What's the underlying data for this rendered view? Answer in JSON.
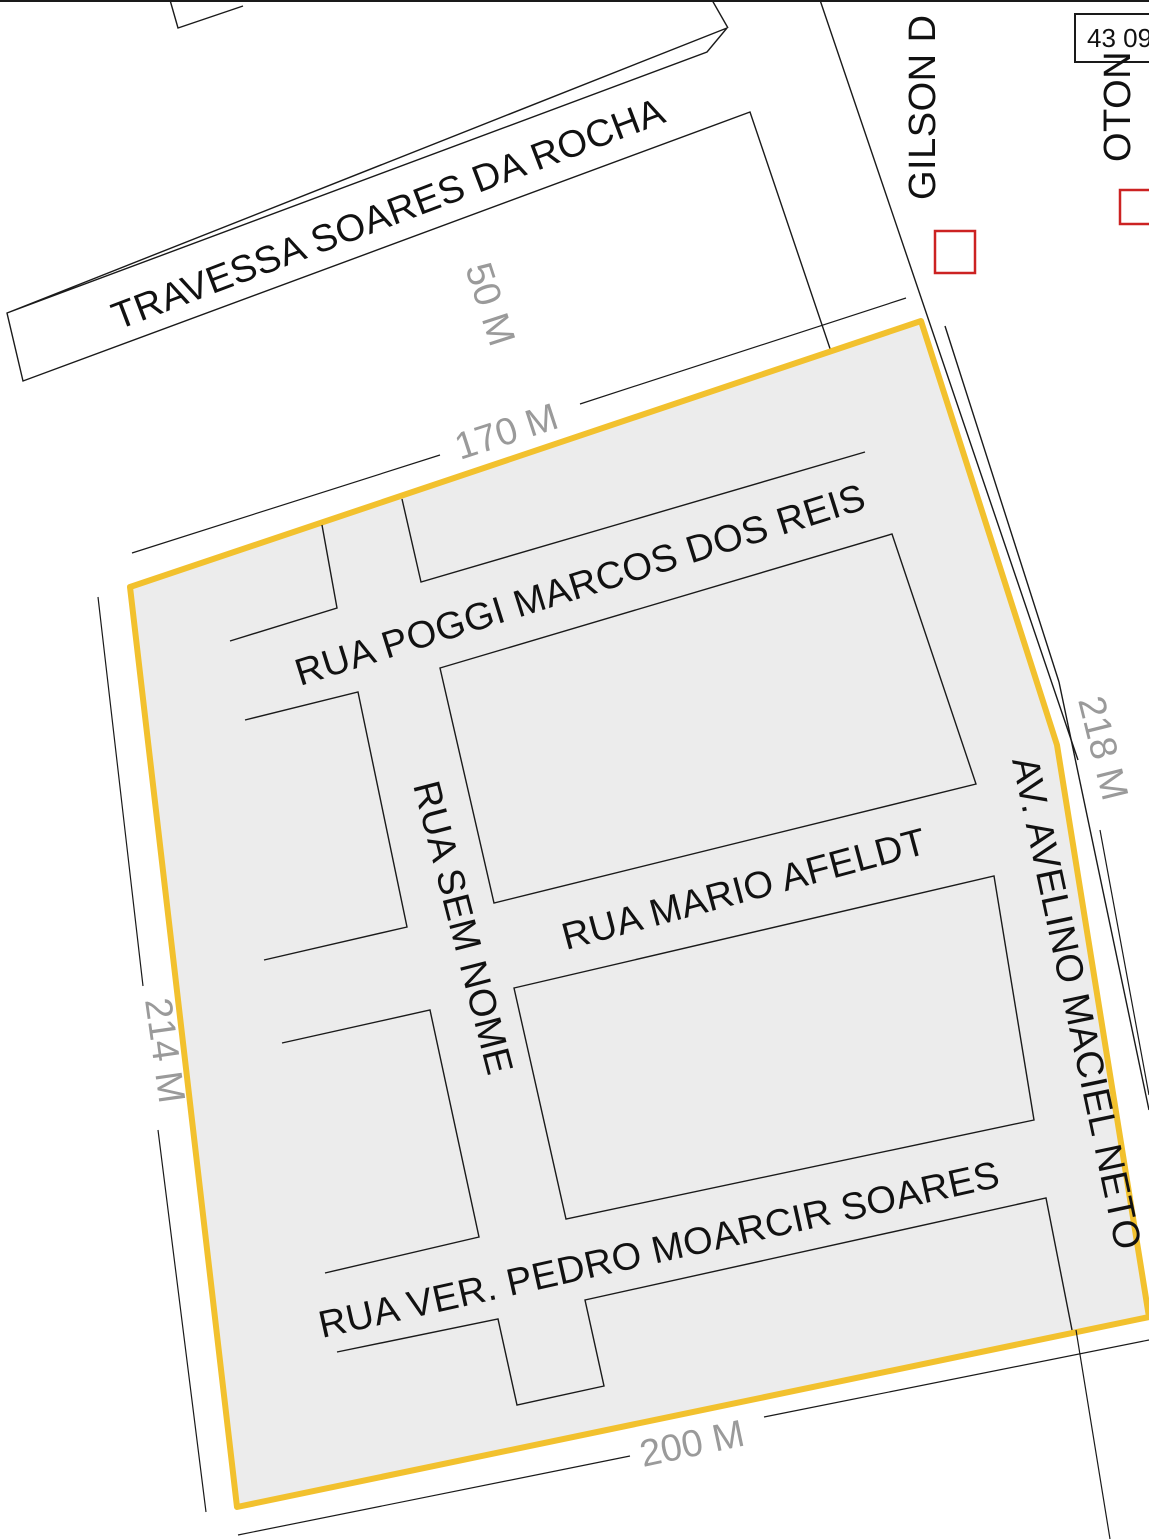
{
  "map": {
    "colors": {
      "area_fill": "#ececec",
      "area_border": "#f2c12e",
      "outline": "#1a1a1a",
      "dimension_text": "#9a9a9a",
      "marker": "#cc2222"
    },
    "streets": {
      "travessa": "TRAVESSA SOARES DA ROCHA",
      "poggi": "RUA POGGI MARCOS DOS REIS",
      "mario": "RUA MARIO AFELDT",
      "sem_nome": "RUA SEM NOME",
      "pedro": "RUA VER. PEDRO MOARCIR SOARES",
      "avelino": "AV. AVELINO MACIEL NETO",
      "gilson": "GILSON D",
      "oton": "OTON"
    },
    "dimensions": {
      "top": "170 M",
      "right": "218 M",
      "left": "214 M",
      "bottom": "200 M",
      "block": "50 M"
    },
    "badge": "43 09",
    "markers": [
      "marker-1",
      "marker-2"
    ]
  }
}
